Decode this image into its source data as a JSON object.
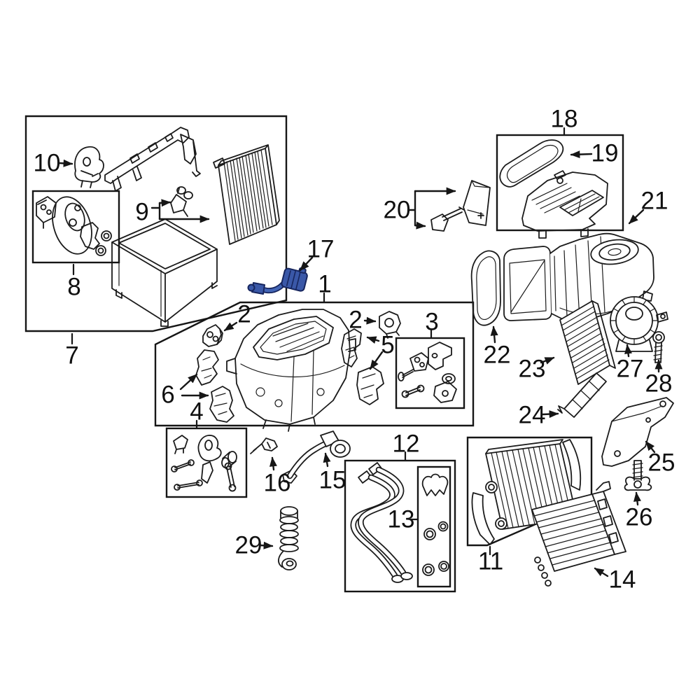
{
  "diagram": {
    "type": "exploded-parts-diagram",
    "background_color": "#ffffff",
    "line_color": "#1b1b1b",
    "highlight_color": "#3a58a8",
    "highlighted_callout": "17",
    "callouts": {
      "c1": "1",
      "c2a": "2",
      "c2b": "2",
      "c3": "3",
      "c4": "4",
      "c5": "5",
      "c6": "6",
      "c7": "7",
      "c8": "8",
      "c9": "9",
      "c10": "10",
      "c11": "11",
      "c12": "12",
      "c13": "13",
      "c14": "14",
      "c15": "15",
      "c16": "16",
      "c17": "17",
      "c18": "18",
      "c19": "19",
      "c20": "20",
      "c21": "21",
      "c22": "22",
      "c23": "23",
      "c24": "24",
      "c25": "25",
      "c26": "26",
      "c27": "27",
      "c28": "28",
      "c29": "29"
    }
  }
}
